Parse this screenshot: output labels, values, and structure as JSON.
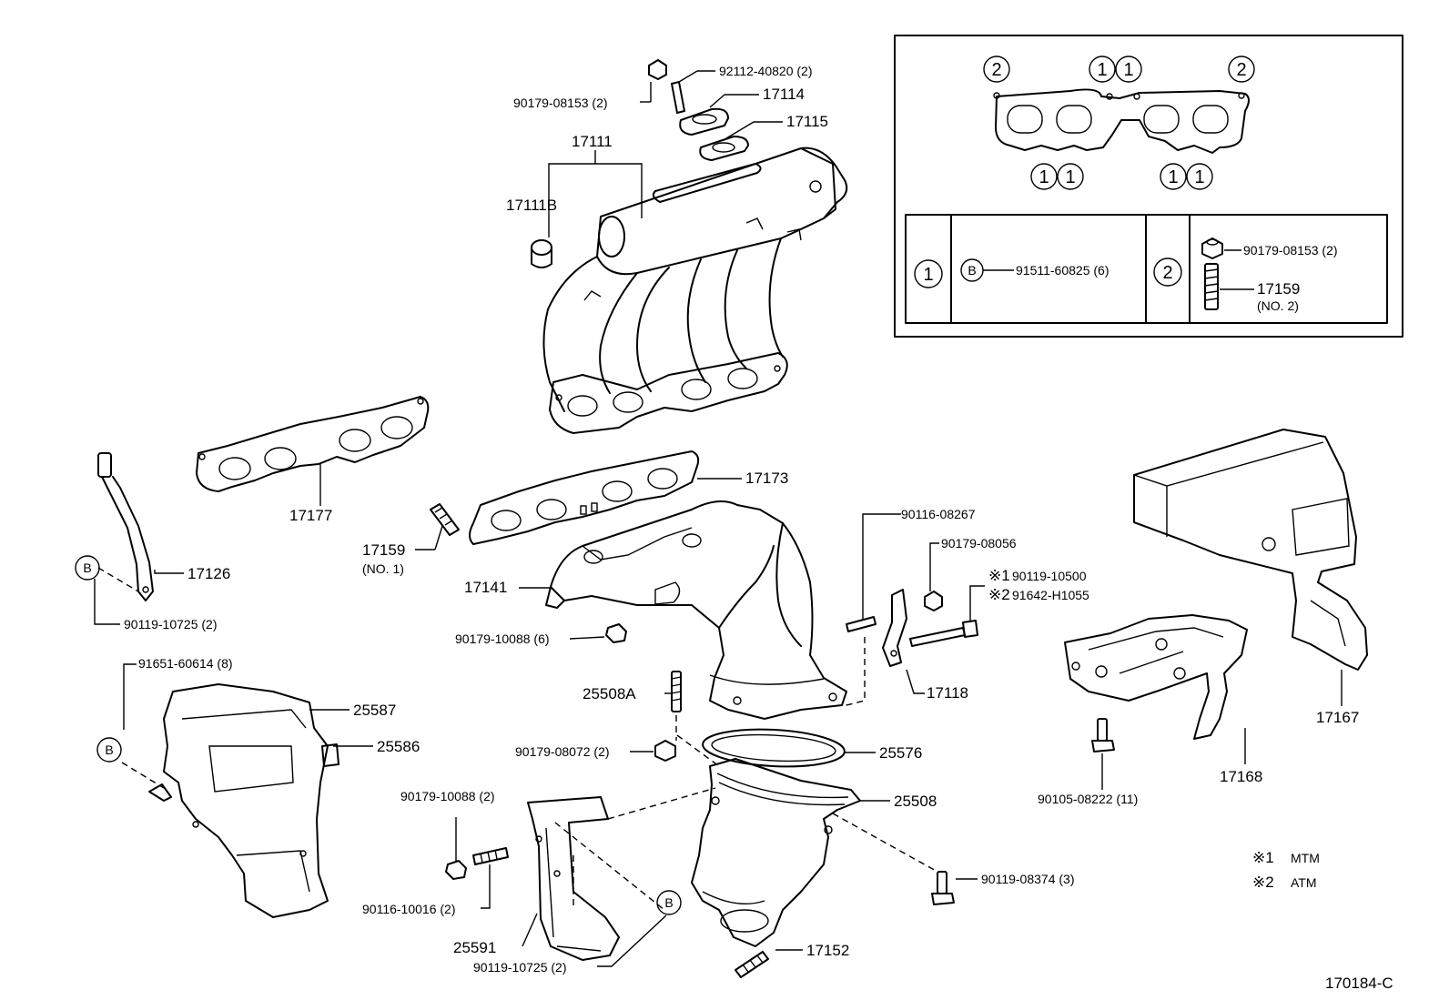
{
  "diagram_id": "170184-C",
  "parts": {
    "p92112_40820": "92112-40820 (2)",
    "p90179_08153_top": "90179-08153 (2)",
    "p17114": "17114",
    "p17115": "17115",
    "p17111": "17111",
    "p17111B": "17111B",
    "p17173": "17173",
    "p17177": "17177",
    "p17159_no1": "17159",
    "p17159_no1_sub": "(NO. 1)",
    "p17126": "17126",
    "p90119_10725_left": "90119-10725 (2)",
    "p17141": "17141",
    "p90179_10088_6": "90179-10088 (6)",
    "p90116_08267": "90116-08267",
    "p90179_08056": "90179-08056",
    "p90119_10500": "90119-10500",
    "p91642_H1055": "91642-H1055",
    "p17118": "17118",
    "p91651_60614": "91651-60614 (8)",
    "p25587": "25587",
    "p25586": "25586",
    "p25508A": "25508A",
    "p90179_08072": "90179-08072 (2)",
    "p25576": "25576",
    "p25508": "25508",
    "p90179_10088_2": "90179-10088 (2)",
    "p90116_10016": "90116-10016 (2)",
    "p25591": "25591",
    "p90119_10725_bottom": "90119-10725 (2)",
    "p17152": "17152",
    "p90119_08374": "90119-08374 (3)",
    "p90105_08222": "90105-08222 (11)",
    "p17168": "17168",
    "p17167": "17167"
  },
  "marks": {
    "ref_mark": "※1",
    "ref_mark_2": "※2",
    "circle_1": "1",
    "circle_2": "2",
    "circle_b": "B"
  },
  "inset": {
    "row1_part": "91511-60825 (6)",
    "row2_part_a": "90179-08153 (2)",
    "row2_part_b": "17159",
    "row2_part_b_sub": "(NO. 2)"
  },
  "legend": {
    "note1_mark": "※1",
    "note1_text": "MTM",
    "note2_mark": "※2",
    "note2_text": "ATM"
  }
}
